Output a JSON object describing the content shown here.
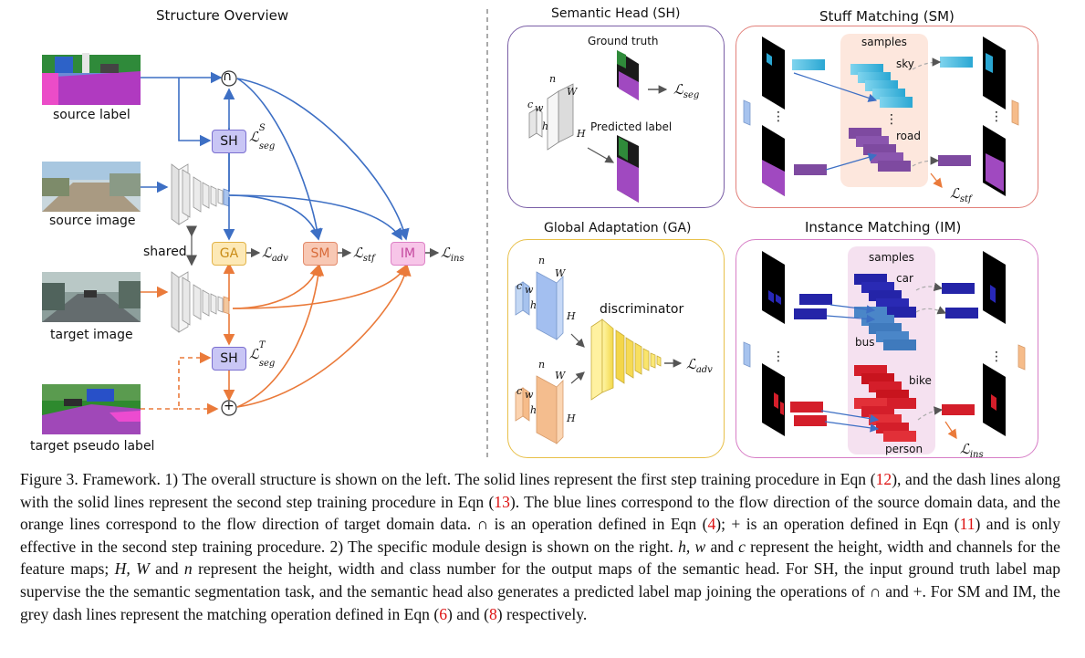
{
  "left": {
    "title": "Structure Overview",
    "image_labels": {
      "source_label": "source label",
      "source_image": "source image",
      "target_image": "target image",
      "target_pseudo_label": "target pseudo label"
    },
    "shared": "shared",
    "modules": {
      "sh": "SH",
      "ga": "GA",
      "sm": "SM",
      "im": "IM"
    },
    "ops": {
      "intersect": "∩",
      "plus": "+"
    },
    "losses": {
      "seg_s": {
        "main": "ℒ",
        "sub": "seg",
        "sup": "S"
      },
      "seg_t": {
        "main": "ℒ",
        "sub": "seg",
        "sup": "T"
      },
      "adv": {
        "main": "ℒ",
        "sub": "adv"
      },
      "stf": {
        "main": "ℒ",
        "sub": "stf"
      },
      "ins": {
        "main": "ℒ",
        "sub": "ins"
      }
    }
  },
  "panels": {
    "sh": {
      "title": "Semantic Head (SH)",
      "ground_truth": "Ground truth",
      "predicted_label": "Predicted label",
      "dims": {
        "c": "c",
        "w": "w",
        "h": "h",
        "n": "n",
        "W": "W",
        "H": "H"
      },
      "loss": {
        "main": "ℒ",
        "sub": "seg"
      }
    },
    "sm": {
      "title": "Stuff Matching (SM)",
      "samples": "samples",
      "sky": "sky",
      "road": "road",
      "loss": {
        "main": "ℒ",
        "sub": "stf"
      }
    },
    "ga": {
      "title": "Global Adaptation (GA)",
      "discriminator": "discriminator",
      "dims": {
        "c": "c",
        "w": "w",
        "h": "h",
        "n": "n",
        "W": "W",
        "H": "H"
      },
      "loss": {
        "main": "ℒ",
        "sub": "adv"
      }
    },
    "im": {
      "title": "Instance Matching (IM)",
      "samples": "samples",
      "car": "car",
      "bus": "bus",
      "bike": "bike",
      "person": "person",
      "loss": {
        "main": "ℒ",
        "sub": "ins"
      }
    }
  },
  "caption": {
    "p01": "Figure 3. Framework. 1) The overall structure is shown on the left. The solid lines represent the first step training procedure in Eqn (",
    "r12": "12",
    "p02": "), and the dash lines along with the solid lines represent the second step training procedure in Eqn (",
    "r13": "13",
    "p03": "). The blue lines correspond to the flow direction of the source domain data, and the orange lines correspond to the flow direction of target domain data. ∩ is an operation defined in Eqn (",
    "r4": "4",
    "p04": "); + is an operation defined in Eqn (",
    "r11": "11",
    "p05": ") and is only effective in the second step training procedure. 2) The specific module design is shown on the right. ",
    "i1": "h, w",
    "p06": " and ",
    "i2": "c",
    "p07": " represent the height, width and channels for the feature maps; ",
    "i3": "H, W",
    "p08": " and ",
    "i4": "n",
    "p09": " represent the height, width and class number for the output maps of the semantic head. For SH, the input ground truth label map supervise the the semantic segmentation task, and the semantic head also generates a predicted label map joining the operations of ∩ and +. For SM and IM, the grey dash lines represent the matching operation defined in Eqn (",
    "r6": "6",
    "p10": ") and (",
    "r8": "8",
    "p11": ") respectively."
  },
  "colors": {
    "blue_flow": "#3d6fc4",
    "orange_flow": "#ea7a3a",
    "sh_fill": "#c9c6f5",
    "ga_fill": "#fde9b6",
    "sm_fill": "#f8c8b4",
    "im_fill": "#f7c5e8",
    "sh_panel": "#7a5ea6",
    "sm_panel": "#e2807a",
    "ga_panel": "#e8c04a",
    "im_panel": "#d77ec6"
  }
}
